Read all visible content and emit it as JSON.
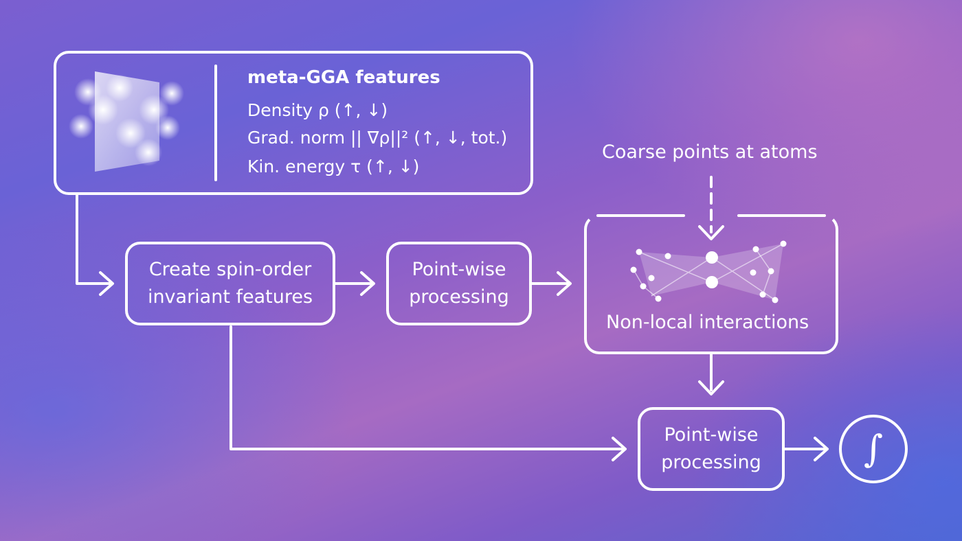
{
  "features": {
    "title": "meta-GGA features",
    "lines": [
      "Density ρ (↑, ↓)",
      "Grad. norm || ∇ρ||² (↑, ↓, tot.)",
      "Kin. energy τ (↑, ↓)"
    ]
  },
  "spin_box": {
    "lines": [
      "Create spin-order",
      "invariant features"
    ]
  },
  "pointwise_1": {
    "lines": [
      "Point-wise",
      "processing"
    ]
  },
  "coarse_label": "Coarse points at atoms",
  "nonlocal_label": "Non-local interactions",
  "pointwise_2": {
    "lines": [
      "Point-wise",
      "processing"
    ]
  },
  "output_symbol": "∫",
  "colors": {
    "stroke": "#ffffff",
    "bg_start": "#7b5fd0",
    "bg_pink": "#a66bc3",
    "bg_blue": "#5564cf"
  }
}
